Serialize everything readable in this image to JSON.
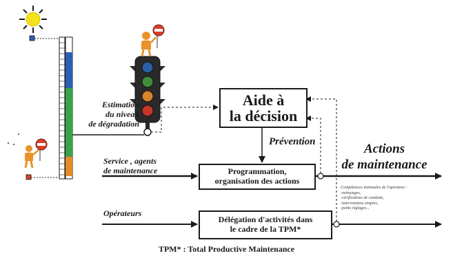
{
  "diagram": {
    "estimation_lines": [
      "Estimation",
      "du niveau",
      "de dégradation"
    ],
    "aide_lines": [
      "Aide à",
      "la décision"
    ],
    "prevention": "Prévention",
    "actions_lines": [
      "Actions",
      "de maintenance"
    ],
    "service_lines": [
      "Service , agents",
      "de maintenance"
    ],
    "programmation_lines": [
      "Programmation,",
      "organisation des actions"
    ],
    "operateurs": "Opérateurs",
    "delegation_lines": [
      "Délégation d'activités dans",
      "le cadre de la TPM*"
    ],
    "competences_lines": [
      "Compétences minimales de l'opérateur :",
      "-nettoyages,",
      "-vérifications de conduite,",
      "-interventions simples,",
      "-petits réglages..."
    ],
    "caption": "TPM* : Total Productive Maintenance"
  },
  "colors": {
    "sun": "#f5e21a",
    "light_blue": "#2a5fa8",
    "light_green": "#3f8c3a",
    "light_orange": "#d8842a",
    "light_red": "#c8352a",
    "gauge_blue": "#2b5fb4",
    "gauge_green": "#3aa34a",
    "gauge_orange": "#e58a2a",
    "figure_orange": "#e8922c",
    "sign_red": "#d8402a"
  },
  "icons": [
    "sun-icon",
    "traffic-light-icon",
    "stop-sign-figure-icon",
    "thermometer-gauge-icon"
  ]
}
